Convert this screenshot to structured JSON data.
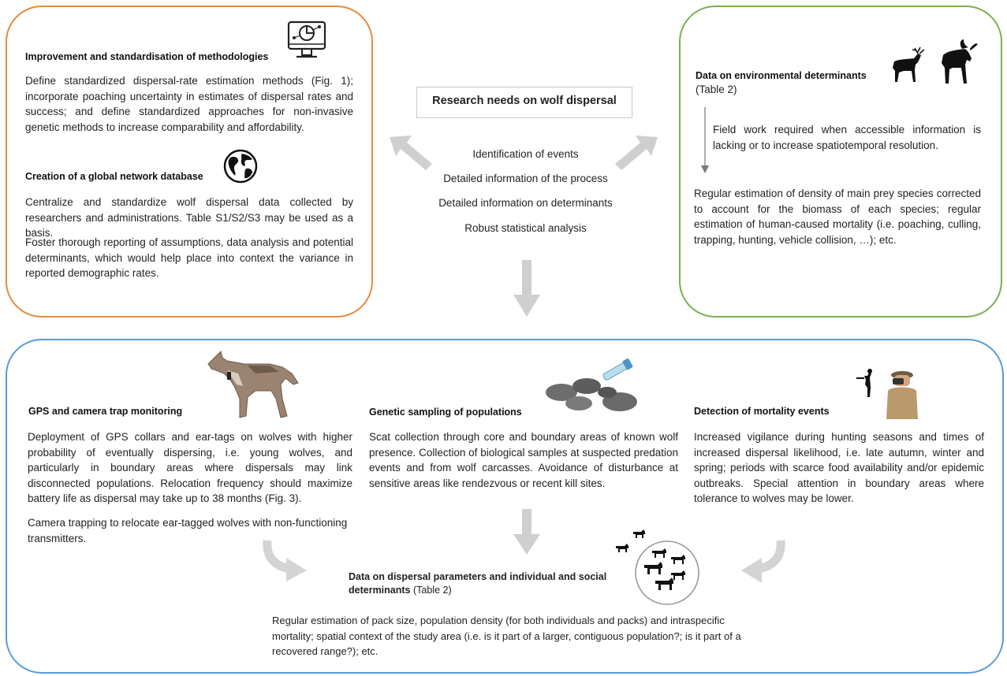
{
  "colors": {
    "orange": "#e58a3e",
    "green": "#77b153",
    "blue": "#5b9bd5",
    "arrow": "#cfcfcf"
  },
  "center": {
    "title": "Research needs on wolf dispersal",
    "items": [
      "Identification of events",
      "Detailed information of the process",
      "Detailed information on determinants",
      "Robust statistical analysis"
    ]
  },
  "methods_box": {
    "heading1": "Improvement and standardisation of methodologies",
    "text1": "Define standardized dispersal-rate estimation methods (Fig. 1); incorporate poaching uncertainty in estimates of dispersal rates and success; and define standardized approaches for non-invasive genetic methods to increase comparability and affordability.",
    "heading2": "Creation of a global network database",
    "text2": "Centralize and standardize wolf dispersal data collected by researchers and administrations. Table S1/S2/S3 may be used as a basis.",
    "text3": "Foster thorough reporting of assumptions, data analysis and potential determinants, which would help place into context the variance in reported demographic rates.",
    "icons": [
      "data-analysis-monitor-icon",
      "globe-icon"
    ]
  },
  "env_box": {
    "heading": "Data on environmental determinants",
    "ref": "(Table 2)",
    "field_note": "Field work required when accessible information is lacking or to increase spatiotemporal resolution.",
    "text": "Regular estimation of density of main prey species corrected to account for the biomass of each species; regular estimation of human-caused mortality (i.e. poaching, culling, trapping, hunting, vehicle collision, …); etc.",
    "icons": [
      "deer-icon",
      "moose-icon"
    ]
  },
  "bottom_box": {
    "gps": {
      "heading": "GPS and camera trap monitoring",
      "text1": "Deployment of GPS collars and ear-tags on wolves with higher probability of eventually dispersing, i.e. young wolves, and particularly in boundary areas where dispersals may link disconnected populations. Relocation frequency should maximize battery life as dispersal may take up to 38 months (Fig. 3).",
      "text2": "Camera trapping to relocate ear-tagged wolves with non-functioning transmitters."
    },
    "genetic": {
      "heading": "Genetic sampling of populations",
      "text": "Scat collection through core and boundary areas of known wolf presence. Collection of biological samples at suspected predation events and from wolf carcasses. Avoidance of disturbance at sensitive areas like rendezvous or recent kill sites."
    },
    "mortality": {
      "heading": "Detection of mortality events",
      "text": "Increased vigilance during hunting seasons and times of increased dispersal likelihood, i.e. late autumn, winter and spring; periods with scarce food availability and/or epidemic outbreaks. Special attention in boundary areas where tolerance to wolves may be lower."
    },
    "dispersal": {
      "heading": "Data on dispersal parameters and individual and social determinants",
      "ref": "(Table 2)",
      "text": "Regular estimation of pack size, population density (for both individuals and packs) and intraspecific mortality; spatial context of the study area (i.e. is it part of a larger, contiguous population?; is it part of a recovered range?); etc."
    },
    "icons": [
      "wolf-photo-icon",
      "scat-samples-icon",
      "hunter-icon",
      "wolf-pack-icon"
    ]
  }
}
